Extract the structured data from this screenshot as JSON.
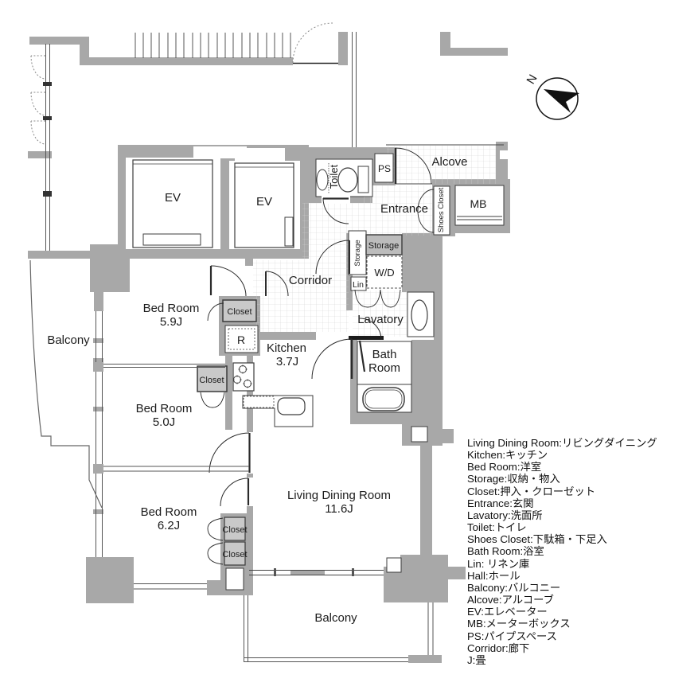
{
  "compass": {
    "north_label": "N"
  },
  "rooms": {
    "ev_left": "EV",
    "ev_right": "EV",
    "toilet": "Toilet",
    "ps": "PS",
    "alcove": "Alcove",
    "entrance": "Entrance",
    "shoes_closet": "Shoes Closet",
    "mb": "MB",
    "storage_vertical": "Storage",
    "storage_box": "Storage",
    "wd": "W/D",
    "lin": "Lin",
    "corridor": "Corridor",
    "lavatory": "Lavatory",
    "bath_line1": "Bath",
    "bath_line2": "Room",
    "kitchen_name": "Kitchen",
    "kitchen_size": "3.7J",
    "bedroom1_name": "Bed Room",
    "bedroom1_size": "5.9J",
    "bedroom2_name": "Bed Room",
    "bedroom2_size": "5.0J",
    "bedroom3_name": "Bed Room",
    "bedroom3_size": "6.2J",
    "living_name": "Living Dining Room",
    "living_size": "11.6J",
    "balcony_left": "Balcony",
    "balcony_south": "Balcony",
    "closet_bedroom1": "Closet",
    "closet_bedroom2": "Closet",
    "closet_bedroom3_upper": "Closet",
    "closet_bedroom3_lower": "Closet",
    "refrigerator": "R"
  },
  "legend": {
    "items": [
      "Living Dining Room:リビングダイニング",
      "Kitchen:キッチン",
      "Bed Room:洋室",
      "Storage:収納・物入",
      "Closet:押入・クローゼット",
      "Entrance:玄関",
      "Lavatory:洗面所",
      "Toilet:トイレ",
      "Shoes Closet:下駄箱・下足入",
      "Bath Room:浴室",
      "Lin: リネン庫",
      "Hall:ホール",
      "Balcony:バルコニー",
      "Alcove:アルコーブ",
      "EV:エレベーター",
      "MB:メーターボックス",
      "PS:パイプスペース",
      "Corridor:廊下",
      "J:畳"
    ]
  }
}
